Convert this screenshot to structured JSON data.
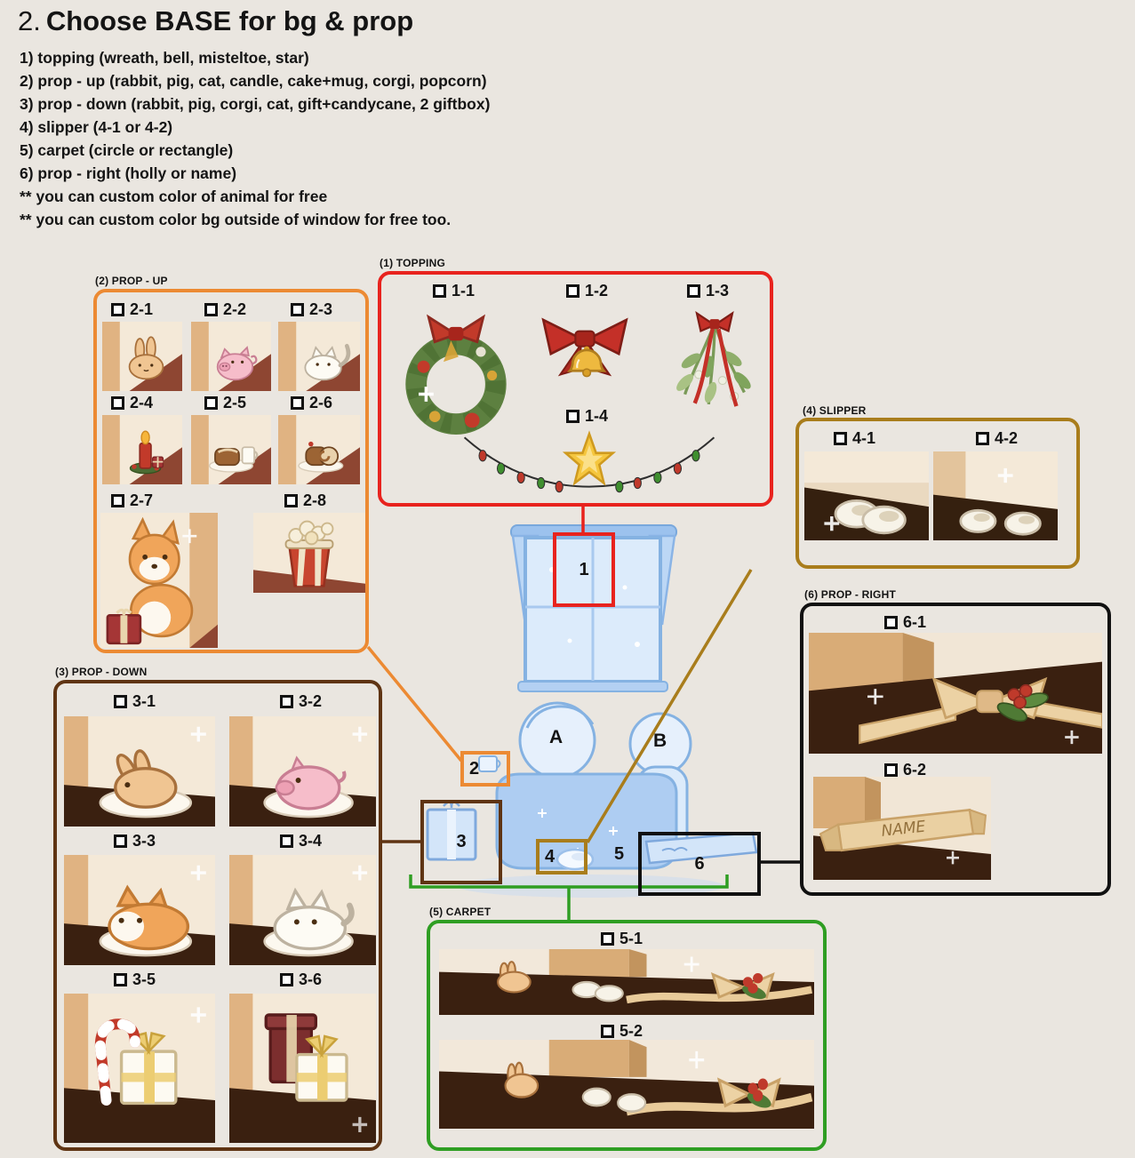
{
  "header": {
    "prefix": "2.",
    "title": "Choose BASE for bg & prop",
    "lines": [
      "1) topping (wreath, bell, misteltoe, star)",
      "2) prop - up (rabbit, pig, cat, candle, cake+mug, corgi, popcorn)",
      "3) prop - down (rabbit, pig, corgi, cat, gift+candycane, 2 giftbox)",
      "4) slipper (4-1 or 4-2)",
      "5) carpet (circle or rectangle)",
      "6) prop - right (holly or name)",
      "** you can custom color of animal for free",
      "** you can custom color bg outside of window for free too."
    ]
  },
  "sections": {
    "topping": {
      "label": "(1) TOPPING",
      "options": [
        "1-1",
        "1-2",
        "1-3",
        "1-4"
      ]
    },
    "prop_up": {
      "label": "(2) PROP - UP",
      "options": [
        "2-1",
        "2-2",
        "2-3",
        "2-4",
        "2-5",
        "2-6",
        "2-7",
        "2-8"
      ]
    },
    "prop_down": {
      "label": "(3) PROP - DOWN",
      "options": [
        "3-1",
        "3-2",
        "3-3",
        "3-4",
        "3-5",
        "3-6"
      ]
    },
    "slipper": {
      "label": "(4) SLIPPER",
      "options": [
        "4-1",
        "4-2"
      ]
    },
    "carpet": {
      "label": "(5) CARPET",
      "options": [
        "5-1",
        "5-2"
      ]
    },
    "prop_right": {
      "label": "(6) PROP - RIGHT",
      "options": [
        "6-1",
        "6-2"
      ],
      "banner_text": "NAME"
    }
  },
  "preview": {
    "markers": [
      "1",
      "2",
      "3",
      "4",
      "5",
      "6"
    ],
    "figure_a": "A",
    "figure_b": "B"
  },
  "colors": {
    "page_bg": "#eae6e0",
    "topping_accent": "#e8231e",
    "prop_up_accent": "#ec8a33",
    "prop_down_accent": "#5f3413",
    "slipper_accent": "#a97d1c",
    "carpet_accent": "#2f9e23",
    "prop_right_accent": "#111111",
    "sketch_blue": "#85b2e2"
  }
}
